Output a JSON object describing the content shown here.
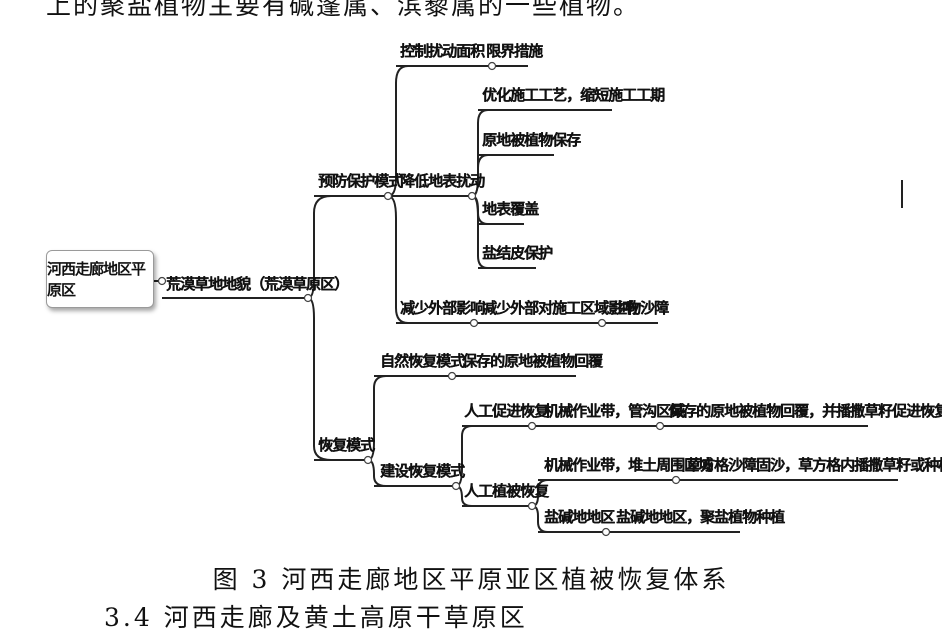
{
  "top_text": "上的聚盐植物主要有碱蓬属、滨藜属的一些植物。",
  "diagram": {
    "root": "河西走廊地区平原区",
    "level1": "荒漠草地地貌（荒漠草原区）",
    "prevention": {
      "label": "预防保护模式",
      "control": {
        "label": "控制扰动面积",
        "children": [
          "限界措施"
        ]
      },
      "reduce_surface": {
        "label": "降低地表扰动",
        "children": [
          "优化施工工艺，缩短施工工期",
          "原地被植物保存",
          "地表覆盖",
          "盐结皮保护"
        ]
      },
      "reduce_external": {
        "label": "减少外部影响",
        "child": "减少外部对施工区域影响",
        "grandchild": "生物沙障"
      }
    },
    "restoration": {
      "label": "恢复模式",
      "natural": {
        "label": "自然恢复模式",
        "child": "保存的原地被植物回覆"
      },
      "construction": {
        "label": "建设恢复模式",
        "promote": {
          "label": "人工促进恢复",
          "child": "机械作业带，管沟区域",
          "grandchild": "保存的原地被植物回覆，并播撒草籽促进恢复"
        },
        "planting": {
          "label": "人工植被恢复",
          "child1": "机械作业带，堆土周围区域",
          "grandchild1": "草方格沙障固沙，草方格内播撒草籽或种植灌木",
          "child2": "盐碱地地区",
          "grandchild2": "盐碱地地区，聚盐植物种植"
        }
      }
    }
  },
  "caption": "图 3  河西走廊地区平原亚区植被恢复体系",
  "bottom_text": "3.4  河西走廊及黄土高原干草原区"
}
